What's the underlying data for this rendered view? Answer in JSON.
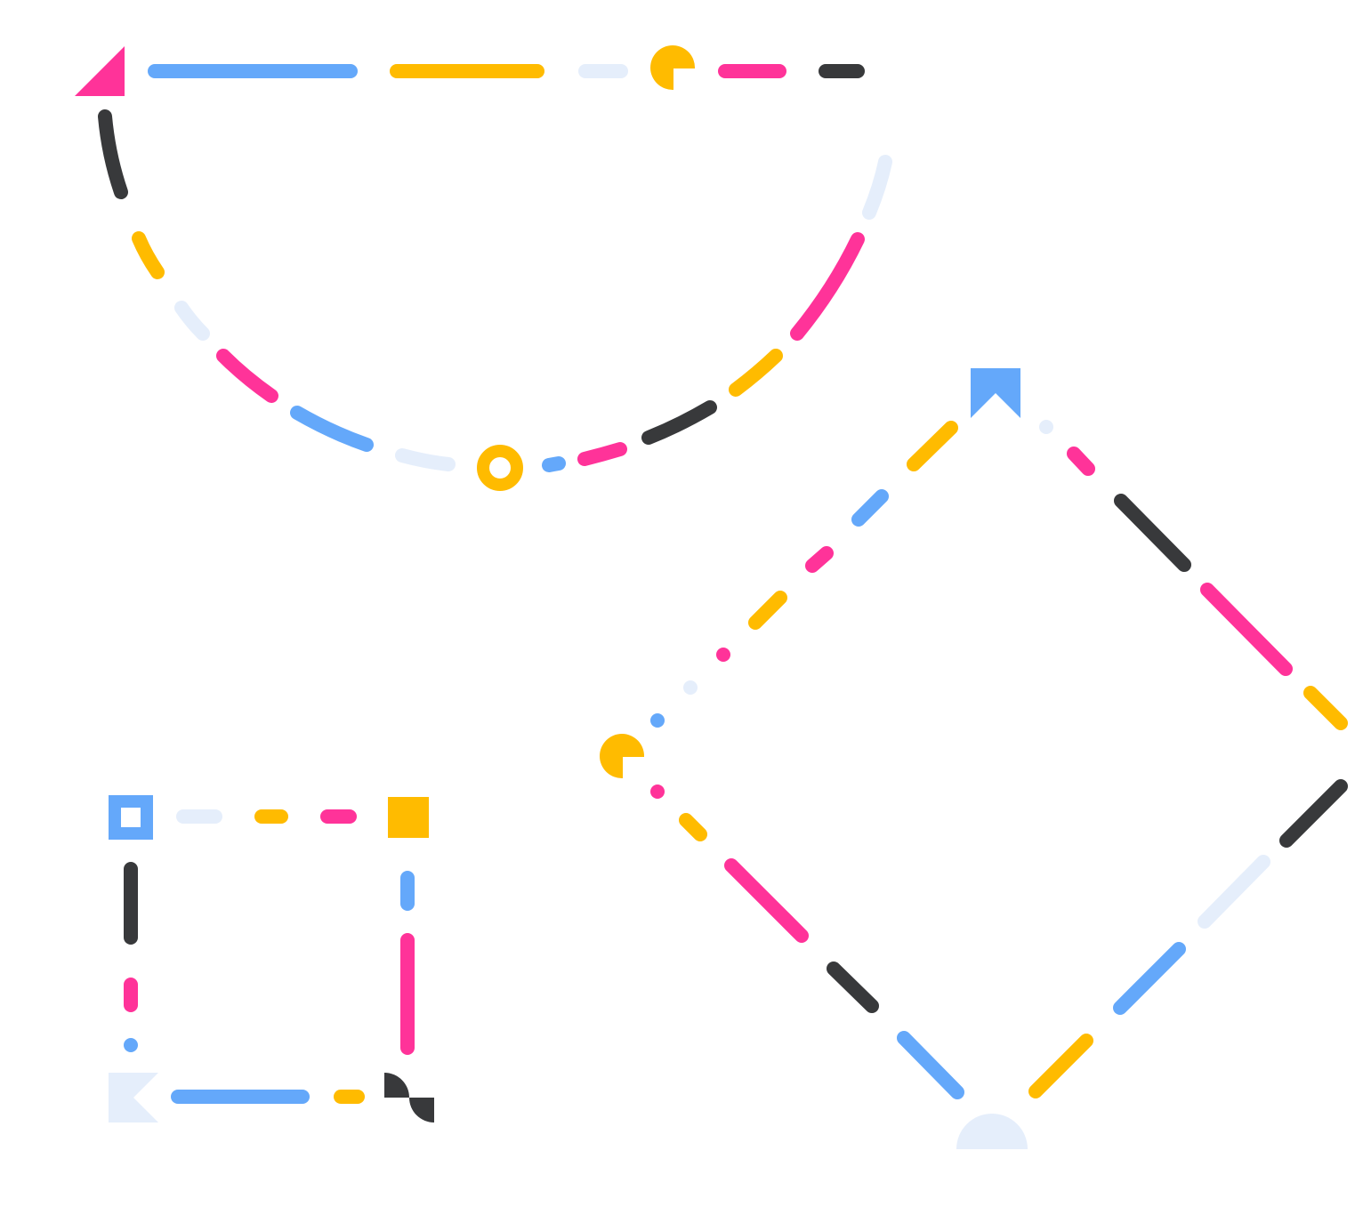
{
  "palette": {
    "blue": "#64a8fa",
    "yellow": "#ffbb00",
    "pink": "#ff3399",
    "dark": "#38393b",
    "pale": "#e5eefb",
    "background": "#ffffff"
  },
  "shapes": [
    {
      "id": "half-circle-loop",
      "kind": "decorated dashed path",
      "markers": [
        "triangle-marker-icon",
        "pie-marker-icon",
        "ring-marker-icon"
      ]
    },
    {
      "id": "small-square-loop",
      "kind": "decorated dashed path",
      "markers": [
        "square-outline-marker-icon",
        "square-marker-icon",
        "quarter-circles-marker-icon",
        "notched-marker-icon"
      ]
    },
    {
      "id": "diamond-loop",
      "kind": "decorated dashed path",
      "markers": [
        "flag-marker-icon",
        "pie-marker-icon",
        "half-circle-marker-icon"
      ]
    }
  ]
}
